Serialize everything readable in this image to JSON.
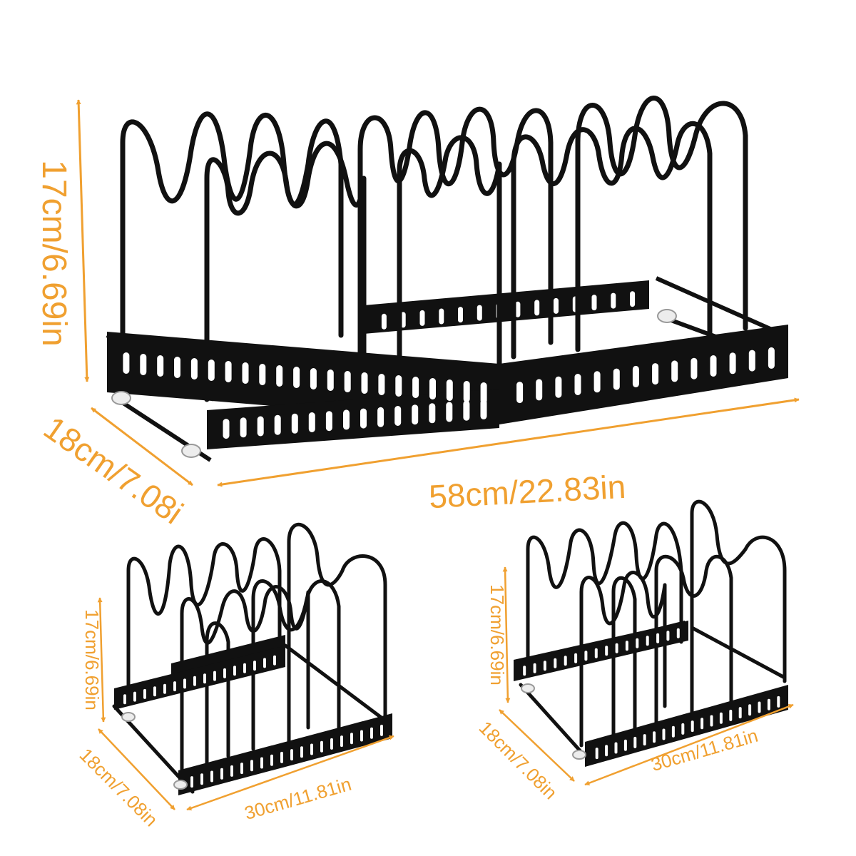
{
  "colors": {
    "accent": "#F0A030",
    "rack": "#111111",
    "background": "#FFFFFF",
    "end_cap": "#EDEDED"
  },
  "large_rack": {
    "height_label": "17cm/6.69in",
    "depth_label": "18cm/7.08i",
    "length_label": "58cm/22.83in"
  },
  "small_rack_left": {
    "height_label": "17cm/6.69in",
    "depth_label": "18cm/7.08in",
    "length_label": "30cm/11.81in"
  },
  "small_rack_right": {
    "height_label": "17cm/6.69in",
    "depth_label": "18cm/7.08in",
    "length_label": "30cm/11.81in"
  }
}
